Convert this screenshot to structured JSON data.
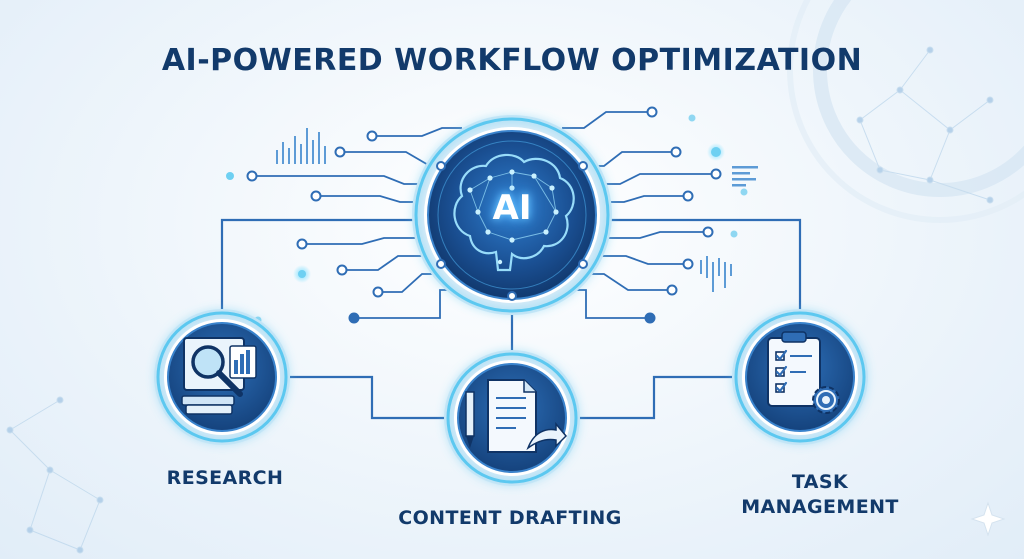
{
  "title": "AI-POWERED WORKFLOW OPTIMIZATION",
  "hub": {
    "label": "AI",
    "icon": "brain-icon"
  },
  "nodes": [
    {
      "id": "research",
      "lines": [
        "RESEARCH"
      ],
      "icon": "research-magnifier-icon"
    },
    {
      "id": "content-drafting",
      "lines": [
        "CONTENT DRAFTING"
      ],
      "icon": "document-pencil-icon"
    },
    {
      "id": "task-management",
      "lines": [
        "TASK",
        "MANAGEMENT"
      ],
      "icon": "clipboard-gear-icon"
    }
  ],
  "colors": {
    "title": "#123a6b",
    "circuit": "#2f6db5",
    "node_fill": "#1e4f8f",
    "glow": "#5cc8f0",
    "accent_light": "#bfe3f7"
  }
}
